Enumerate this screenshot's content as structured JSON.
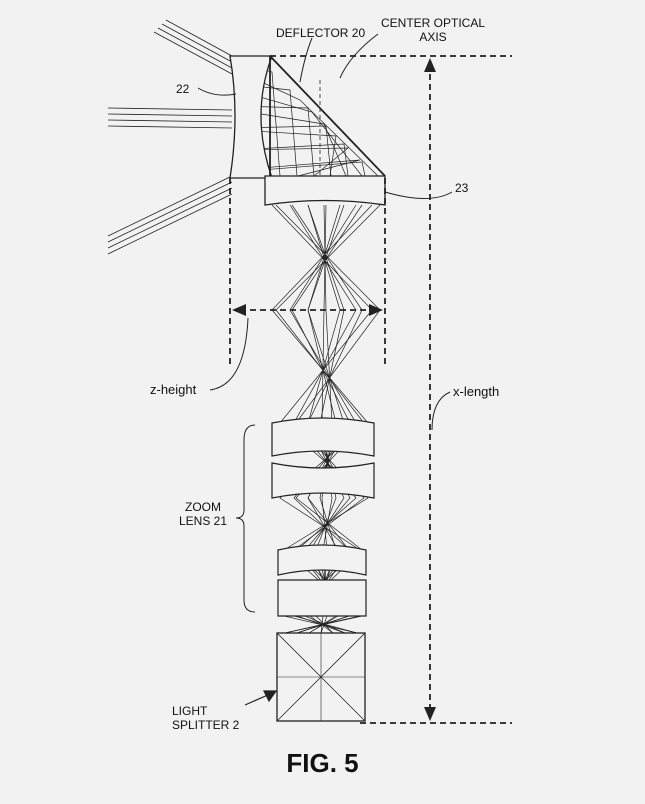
{
  "labels": {
    "deflector": "DEFLECTOR 20",
    "axis_line1": "CENTER OPTICAL",
    "axis_line2": "AXIS",
    "ref22": "22",
    "ref23": "23",
    "z_height": "z-height",
    "x_length": "x-length",
    "zoom_line1": "ZOOM",
    "zoom_line2": "LENS 21",
    "splitter_line1": "LIGHT",
    "splitter_line2": "SPLITTER 2"
  },
  "caption": "FIG. 5",
  "colors": {
    "ink": "#111111",
    "background": "#f2f2f2"
  }
}
